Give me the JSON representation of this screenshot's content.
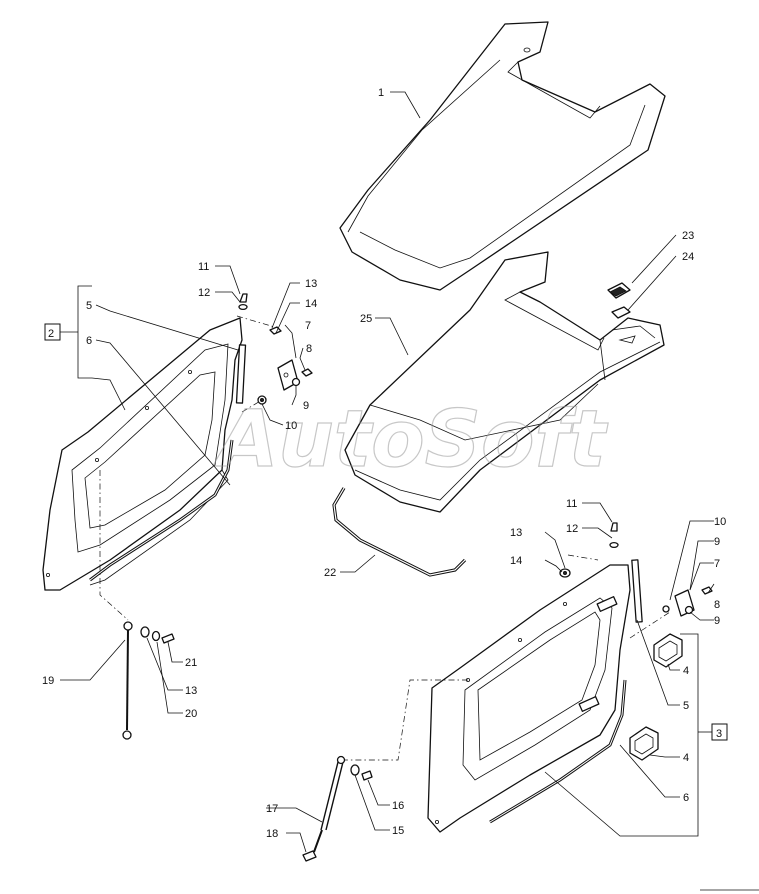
{
  "watermark": "AutoSoft",
  "callouts": [
    {
      "id": "c1",
      "text": "1"
    },
    {
      "id": "c2",
      "text": "25"
    },
    {
      "id": "c3",
      "text": "23"
    },
    {
      "id": "c4",
      "text": "24"
    },
    {
      "id": "c5",
      "text": "22"
    },
    {
      "id": "c6",
      "text": "11"
    },
    {
      "id": "c7",
      "text": "12"
    },
    {
      "id": "c8",
      "text": "13"
    },
    {
      "id": "c9",
      "text": "14"
    },
    {
      "id": "c10",
      "text": "7"
    },
    {
      "id": "c11",
      "text": "8"
    },
    {
      "id": "c12",
      "text": "9"
    },
    {
      "id": "c13",
      "text": "10"
    },
    {
      "id": "c14",
      "text": "5"
    },
    {
      "id": "c15",
      "text": "6"
    },
    {
      "id": "c16",
      "text": "19"
    },
    {
      "id": "c17",
      "text": "21"
    },
    {
      "id": "c18",
      "text": "13"
    },
    {
      "id": "c19",
      "text": "20"
    },
    {
      "id": "c20",
      "text": "11"
    },
    {
      "id": "c21",
      "text": "12"
    },
    {
      "id": "c22",
      "text": "13"
    },
    {
      "id": "c23",
      "text": "14"
    },
    {
      "id": "c24",
      "text": "10"
    },
    {
      "id": "c25",
      "text": "9"
    },
    {
      "id": "c26",
      "text": "7"
    },
    {
      "id": "c27",
      "text": "8"
    },
    {
      "id": "c28",
      "text": "9"
    },
    {
      "id": "c29",
      "text": "4"
    },
    {
      "id": "c30",
      "text": "5"
    },
    {
      "id": "c31",
      "text": "4"
    },
    {
      "id": "c32",
      "text": "6"
    },
    {
      "id": "c33",
      "text": "17"
    },
    {
      "id": "c34",
      "text": "16"
    },
    {
      "id": "c35",
      "text": "15"
    },
    {
      "id": "c36",
      "text": "18"
    }
  ],
  "group_labels": [
    {
      "id": "g2",
      "text": "2"
    },
    {
      "id": "g3",
      "text": "3"
    }
  ]
}
